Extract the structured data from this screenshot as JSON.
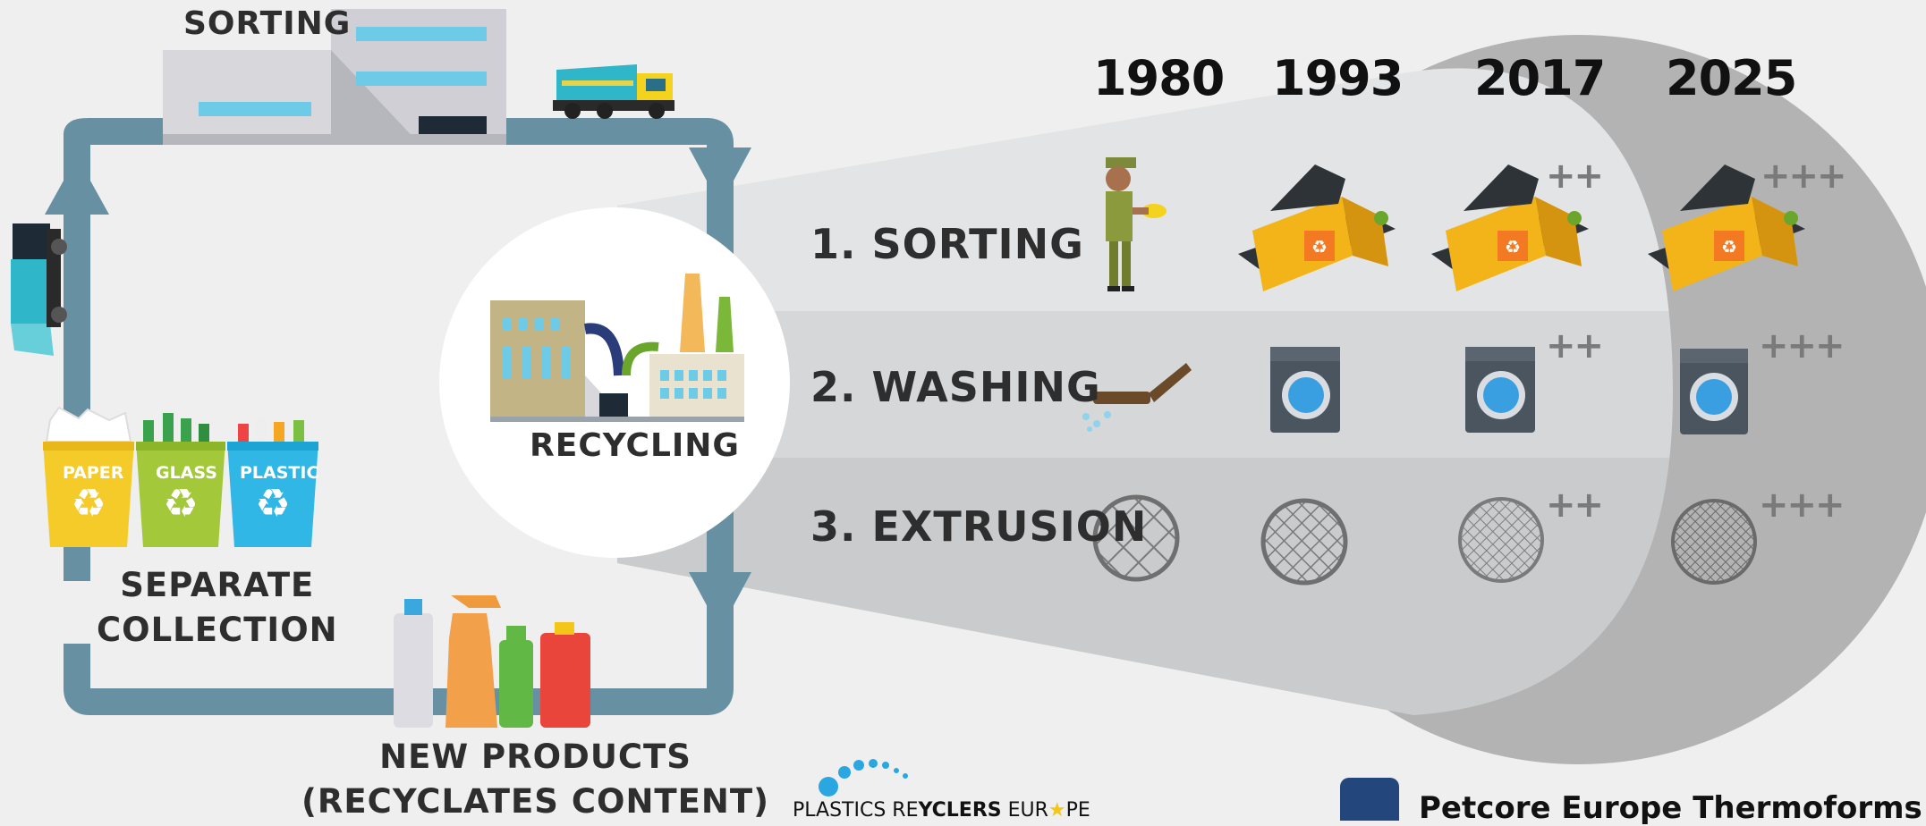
{
  "cycle": {
    "sorting_label": "SORTING",
    "recycling_label": "RECYCLING",
    "collection_label_line1": "SEPARATE",
    "collection_label_line2": "COLLECTION",
    "new_products_line1": "NEW PRODUCTS",
    "new_products_line2": "(RECYCLATES CONTENT)",
    "bins": [
      "PAPER",
      "GLASS",
      "PLASTIC"
    ]
  },
  "timeline": {
    "years": [
      "1980",
      "1993",
      "2017",
      "2025"
    ],
    "stages": [
      "1. SORTING",
      "2. WASHING",
      "3. EXTRUSION"
    ],
    "improvement_marks": {
      "2017": "++",
      "2025": "+++"
    }
  },
  "footer": {
    "logo_text_left": "PLASTICS RE",
    "logo_text_mid": "YCLERS",
    "logo_text_right": "EUR",
    "logo_text_end": "PE",
    "brand_text": "Petcore Europe Thermoforms W"
  },
  "colors": {
    "background": "#efefef",
    "cycle_arrow": "#6790a2",
    "band_light": "#e2e4e6",
    "band_mid": "#d5d7d9",
    "band_dark": "#c9cbcd",
    "cone_outer": "#b3b3b3",
    "paper_bin": "#f5cb2a",
    "glass_bin": "#a3c93a",
    "plastic_bin": "#31b7e6",
    "machine_yellow": "#f7cc1e",
    "brand_blue": "#23477d"
  }
}
